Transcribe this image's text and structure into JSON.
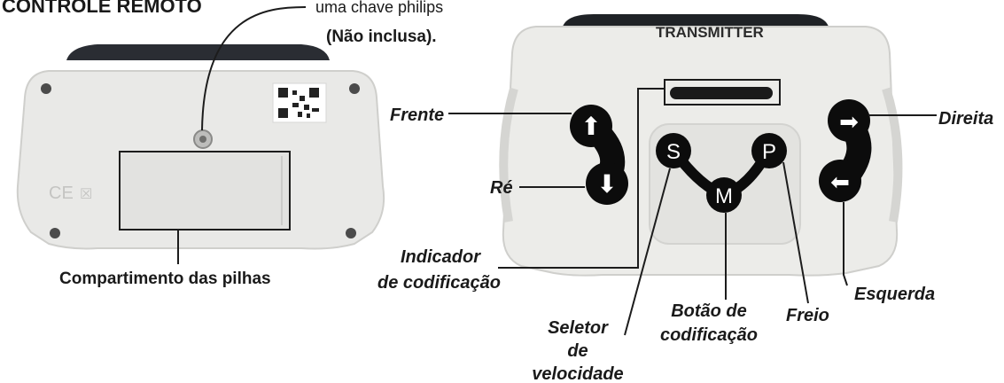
{
  "header": {
    "partial_title": "CONTROLE REMOTO",
    "note_line1": "uma chave philips",
    "note_line2": "(Não inclusa)."
  },
  "back_view": {
    "battery_label": "Compartimento das pilhas"
  },
  "front_view": {
    "brand": "TRANSMITTER",
    "buttons": {
      "forward_symbol": "⬆",
      "reverse_symbol": "⬇",
      "right_symbol": "➡",
      "left_symbol": "⬅",
      "s": "S",
      "m": "M",
      "p": "P"
    },
    "labels": {
      "frente": "Frente",
      "re": "Ré",
      "direita": "Direita",
      "esquerda": "Esquerda",
      "indicador_1": "Indicador",
      "indicador_2": "de codificação",
      "seletor_1": "Seletor",
      "seletor_2": "de",
      "seletor_3": "velocidade",
      "botao_1": "Botão de",
      "botao_2": "codificação",
      "freio": "Freio"
    }
  }
}
